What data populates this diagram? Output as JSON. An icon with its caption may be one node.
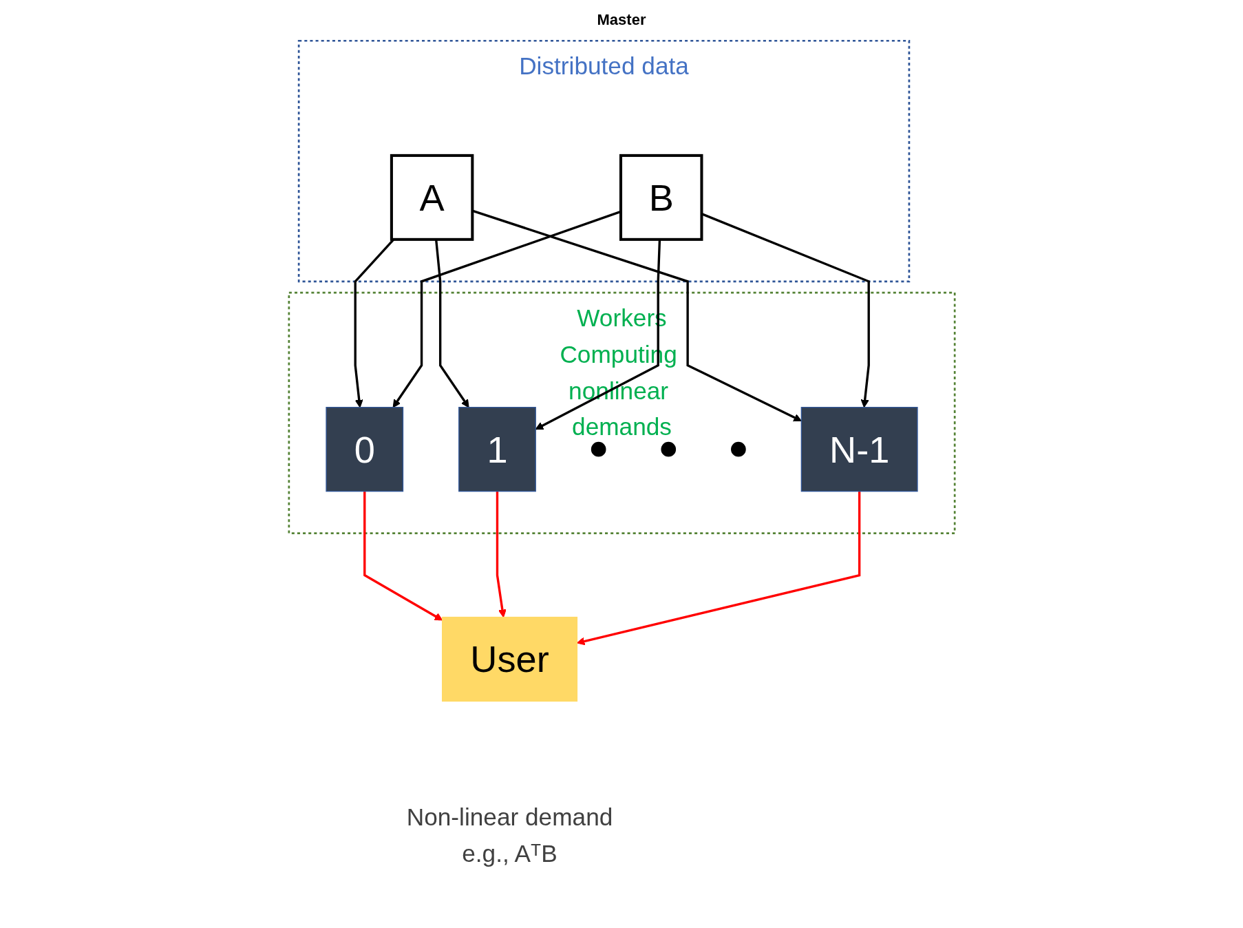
{
  "diagram": {
    "nodes": [
      {
        "text": [
          "Distributed data"
        ]
      },
      {
        "text": [
          "A"
        ],
        "in": 0
      },
      {
        "text": [
          "B"
        ],
        "in": 0
      },
      {
        "text": [
          "Workers",
          "Computing nonlinear demands"
        ]
      },
      {
        "text": [
          "0"
        ],
        "in": 3
      },
      {
        "text": [
          "1"
        ],
        "in": 3
      },
      {
        "text": [],
        "shape": "circle",
        "in": 3
      },
      {
        "text": [],
        "shape": "circle",
        "in": 3
      },
      {
        "text": [],
        "shape": "circle",
        "in": 3
      },
      {
        "text": [
          "N-1"
        ],
        "in": 3
      },
      {
        "text": [
          "User"
        ],
        "beside": [
          "Non-linear demand",
          "e.g., AᵀB"
        ]
      }
    ],
    "edges": [
      {
        "from": 1,
        "to": 4,
        "arrow": "to"
      },
      {
        "from": 1,
        "to": 5,
        "arrow": "to"
      },
      {
        "from": 1,
        "to": 9,
        "arrow": "to"
      },
      {
        "from": 2,
        "to": 4,
        "arrow": "to"
      },
      {
        "from": 2,
        "to": 5,
        "arrow": "to"
      },
      {
        "from": 2,
        "to": 9,
        "arrow": "to"
      },
      {
        "from": 4,
        "to": 10,
        "arrow": "to",
        "color": "#ff0000"
      },
      {
        "from": 5,
        "to": 10,
        "arrow": "to",
        "color": "#ff0000"
      },
      {
        "from": 9,
        "to": 10,
        "arrow": "to",
        "color": "#ff0000"
      }
    ],
    "labels": [
      "Master"
    ]
  }
}
